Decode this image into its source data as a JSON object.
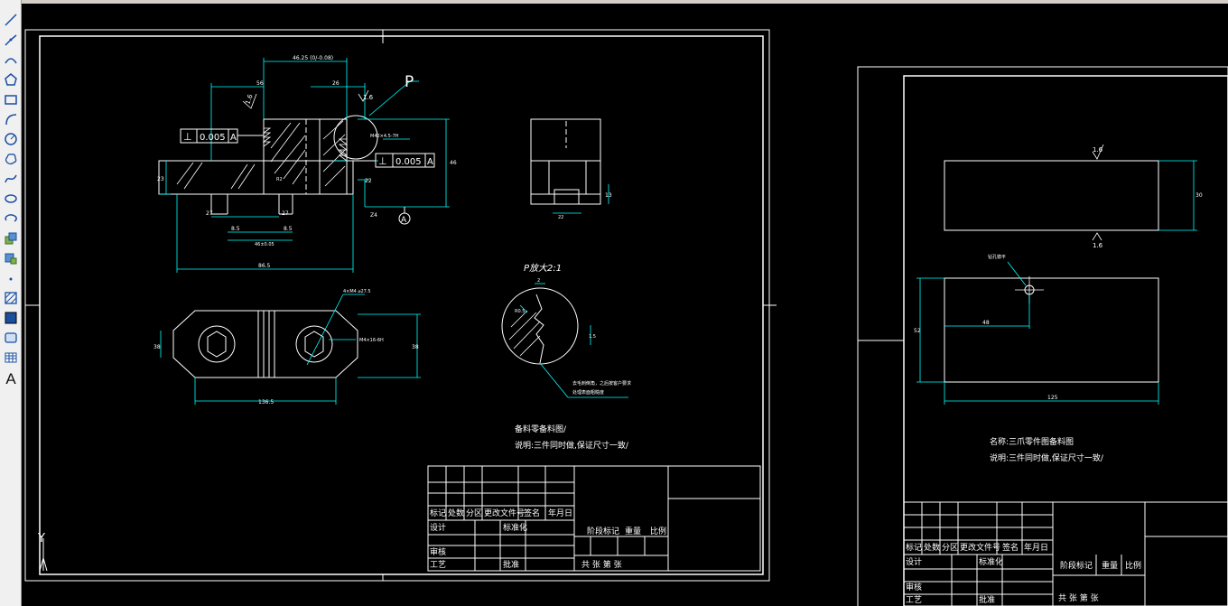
{
  "toolbar": {
    "tools": [
      "line-icon",
      "polyline-icon",
      "construction-line-icon",
      "polygon-icon",
      "rectangle-icon",
      "arc-icon",
      "circle-icon",
      "revcloud-icon",
      "spline-icon",
      "ellipse-icon",
      "ellipse-arc-icon",
      "insert-block-icon",
      "make-block-icon",
      "point-icon",
      "hatch-icon",
      "gradient-icon",
      "region-icon",
      "table-icon",
      "mtext-icon"
    ],
    "mtext_label": "A"
  },
  "drawing1": {
    "dim_top_overall": "46.25 (0/-0.08)",
    "dim_top_left": "56",
    "dim_top_right": "26",
    "dim_height_right": "46",
    "dim_left_height": "23",
    "dim_slot_1": "27",
    "dim_slot_2": "27",
    "dim_sub_1": "8.5",
    "dim_sub_2": "8.5",
    "dim_center": "46±0.05",
    "dim_bottom_overall": "86.5",
    "dim_depth_1": "22",
    "dim_depth_2": "Z4",
    "roughness_1": "1.6",
    "roughness_2": "1.6",
    "thread_note": "M42×4.5-7H",
    "label_R": "R2",
    "tol_left_symbol": "⊥",
    "tol_left_value": "0.005",
    "tol_left_datum": "A",
    "tol_right_symbol": "⊥",
    "tol_right_value": "0.005",
    "tol_right_datum": "A",
    "datum_label": "A",
    "detail_ref": "P",
    "side_view_dim": "22",
    "side_view_height": "13",
    "plan_width": "136.5",
    "plan_height": "38",
    "plan_left_dim": "38",
    "plan_hole_note": "4×M4 ⌀27.5",
    "plan_thread_note": "M4×16-6H",
    "detail_title": "P放大2:1",
    "detail_dim_1": "2",
    "detail_dim_2": "R0.5",
    "detail_dim_3": "1.5",
    "detail_note_line1": "去毛刺倒角，之后按客户要求",
    "detail_note_line2": "处理表面粗糙度",
    "note1": "备料零备料图/",
    "note2": "说明:三件同时做,保证尺寸一致/"
  },
  "titleblock1": {
    "row_labels": [
      "标记",
      "处数",
      "分区",
      "更改文件号",
      "签名",
      "年月日"
    ],
    "sheji": "设计",
    "biaozhunhua": "标准化",
    "jieduan": "阶段标记",
    "zhongliang": "重量",
    "bili": "比例",
    "shenhe": "审核",
    "gongyi": "工艺",
    "pizhun": "批准",
    "sheet_row": "共    张  第    张"
  },
  "drawing2": {
    "roughness_top": "1.6",
    "roughness_bottom": "1.6",
    "dim_height_top": "30",
    "dim_height_bottom": "52",
    "dim_hole_x": "48",
    "dim_width": "125",
    "hole_note": "钻孔锪平",
    "note1": "名称:三爪零件图备料图",
    "note2": "说明:三件同时做,保证尺寸一致/"
  },
  "titleblock2": {
    "row_labels": [
      "标记",
      "处数",
      "分区",
      "更改文件号",
      "签名",
      "年月日"
    ],
    "sheji": "设计",
    "biaozhunhua": "标准化",
    "jieduan": "阶段标记",
    "zhongliang": "重量",
    "bili": "比例",
    "shenhe": "审核",
    "gongyi": "工艺",
    "pizhun": "批准",
    "sheet_row": "共    张  第    张"
  },
  "ucs": {
    "y_label": "Y"
  },
  "colors": {
    "background": "#000000",
    "geometry": "#ffffff",
    "dimension": "#00ffff",
    "hatch": "#ffffff"
  }
}
